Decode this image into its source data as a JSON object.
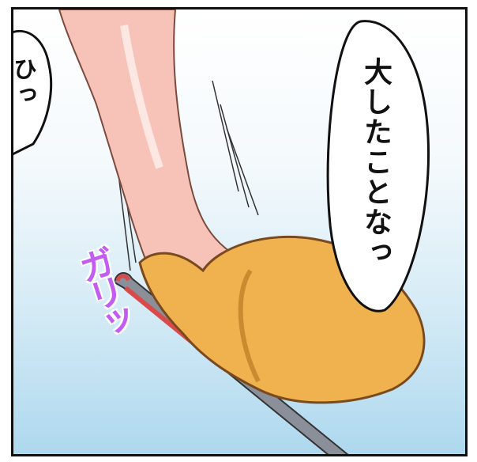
{
  "bubbles": {
    "right": {
      "text": "大したことなっ"
    },
    "left": {
      "text": "ひっ"
    }
  },
  "sfx": {
    "text": "ガリッ"
  },
  "colors": {
    "skin": "#f7c3b8",
    "slipper": "#f0b24f",
    "sky_top": "#ffffff",
    "sky_bottom": "#aed8ee",
    "sfx": "#c25df0",
    "rod": "#8a8f99"
  }
}
